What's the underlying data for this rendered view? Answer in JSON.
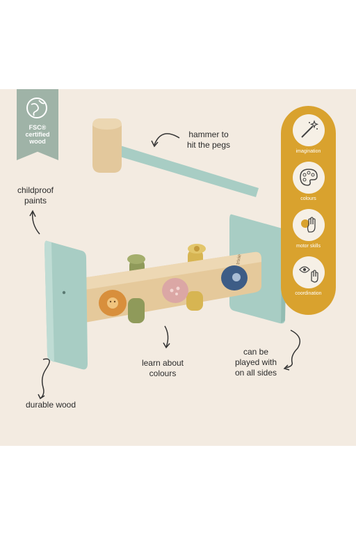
{
  "badge": {
    "text": "FSC®\ncertified\nwood"
  },
  "labels": {
    "hammer": "hammer to\nhit the pegs",
    "childproof": "childproof\npaints",
    "colours": "learn about\ncolours",
    "all_sides": "can be\nplayed with\non all sides",
    "durable": "durable wood"
  },
  "skills": [
    {
      "label": "imagination",
      "icon": "magic-wand-icon"
    },
    {
      "label": "colours",
      "icon": "palette-icon"
    },
    {
      "label": "motor skills",
      "icon": "hand-grab-icon"
    },
    {
      "label": "coordination",
      "icon": "eye-hand-icon"
    }
  ],
  "product_brand": "trixie",
  "colors": {
    "background": "#f3ebe1",
    "badge": "#9fb3a7",
    "accent": "#d9a22e",
    "mint": "#a8cdc4"
  }
}
